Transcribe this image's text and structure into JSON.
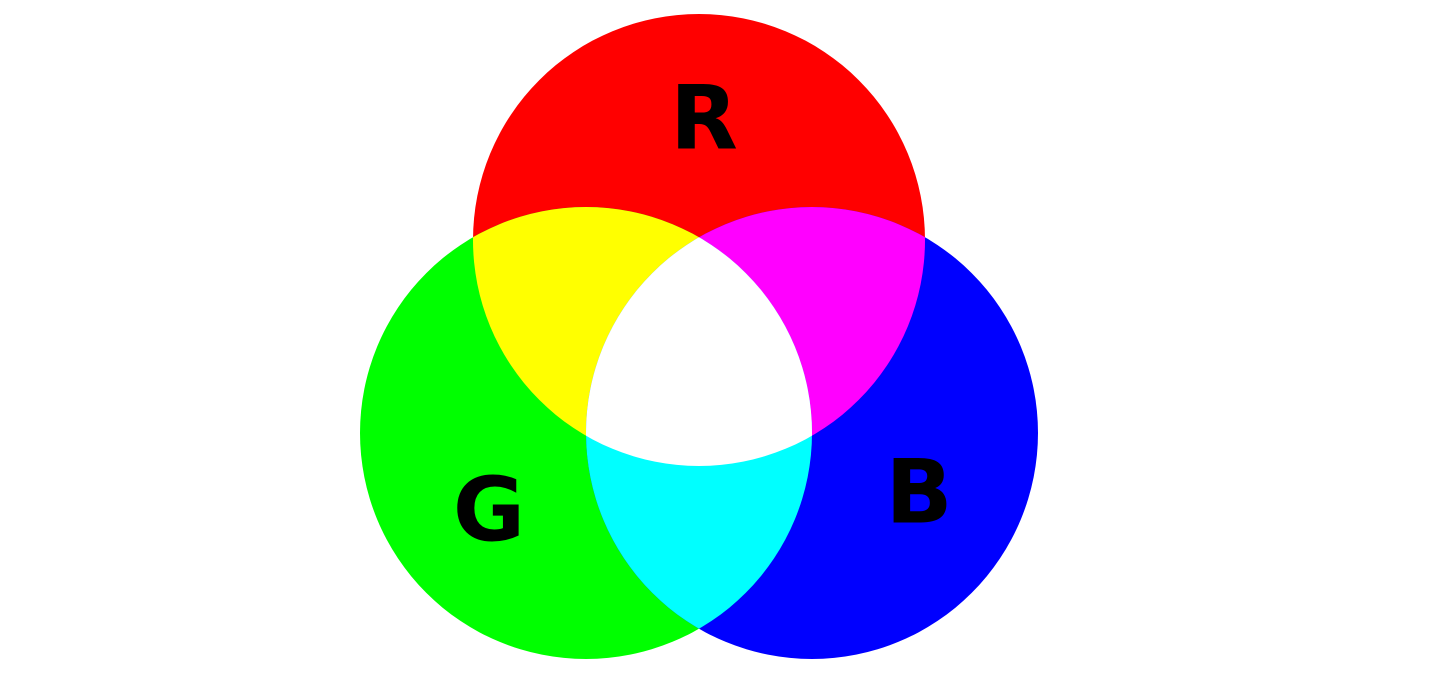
{
  "diagram": {
    "circles": [
      {
        "id": "red",
        "label": "R",
        "color": "#ff0000"
      },
      {
        "id": "green",
        "label": "G",
        "color": "#00ff00"
      },
      {
        "id": "blue",
        "label": "B",
        "color": "#0000ff"
      }
    ],
    "overlaps": [
      {
        "id": "red-green",
        "color": "#ffff00"
      },
      {
        "id": "red-blue",
        "color": "#ff00ff"
      },
      {
        "id": "green-blue",
        "color": "#00ffff"
      },
      {
        "id": "all",
        "color": "#ffffff"
      }
    ]
  }
}
